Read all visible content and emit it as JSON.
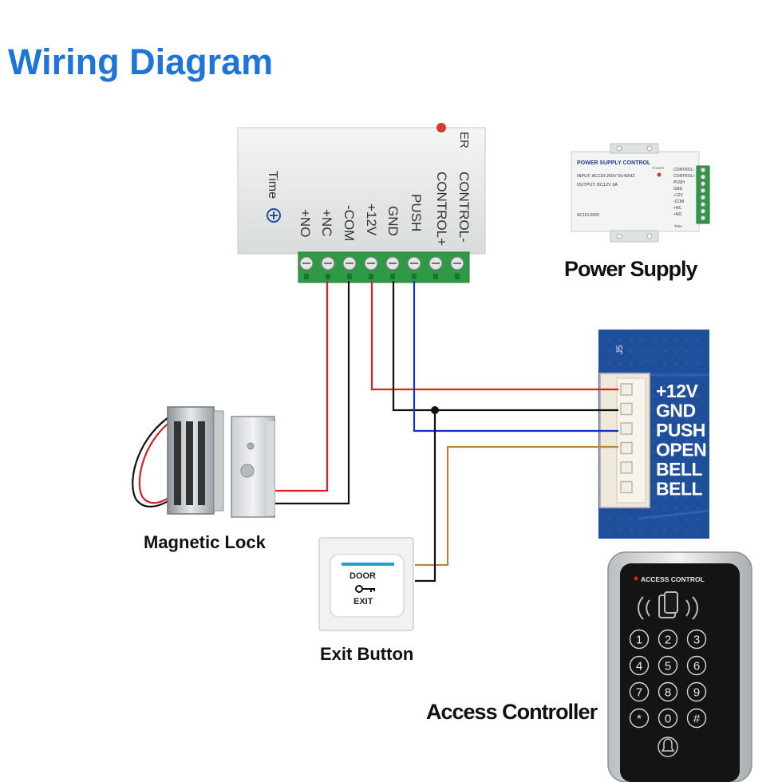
{
  "title": "Wiring Diagram",
  "colors": {
    "title": "#1f74d8",
    "wire_red": "#e02020",
    "wire_black": "#111111",
    "wire_blue": "#1030c8",
    "wire_brown": "#b8863a",
    "terminal_green": "#2f9a45",
    "board_blue": "#1f4e9a"
  },
  "power_supply_module": {
    "terminals": [
      "CONTROL-",
      "CONTROL+",
      "PUSH",
      "GND",
      "+12V",
      "-COM",
      "+NC",
      "+NO"
    ],
    "time_label": "Time",
    "top_partial": "ER"
  },
  "power_supply_photo": {
    "heading": "POWER SUPPLY CONTROL",
    "input_text": "INPUT: AC110-260V 50-60HZ",
    "output_text": "OUTPUT: DC12V  3A",
    "model_text": "AC110-260V",
    "power_led": "POWER",
    "terminals": [
      "CONTROL-",
      "CONTROL+",
      "PUSH",
      "GND",
      "+12V",
      "-COM",
      "+NC",
      "+NO"
    ],
    "time_label": "Time"
  },
  "board": {
    "pins": [
      "+12V",
      "GND",
      "PUSH",
      "OPEN",
      "BELL",
      "BELL"
    ],
    "connector_mark": "J5"
  },
  "exit_button": {
    "line1": "DOOR",
    "line2": "EXIT"
  },
  "keypad": {
    "brand": "ACCESS CONTROL",
    "keys": [
      "1",
      "2",
      "3",
      "4",
      "5",
      "6",
      "7",
      "8",
      "9",
      "*",
      "0",
      "#"
    ]
  },
  "labels": {
    "power_supply": "Power Supply",
    "magnetic_lock": "Magnetic Lock",
    "exit_button": "Exit Button",
    "access_controller": "Access Controller"
  }
}
